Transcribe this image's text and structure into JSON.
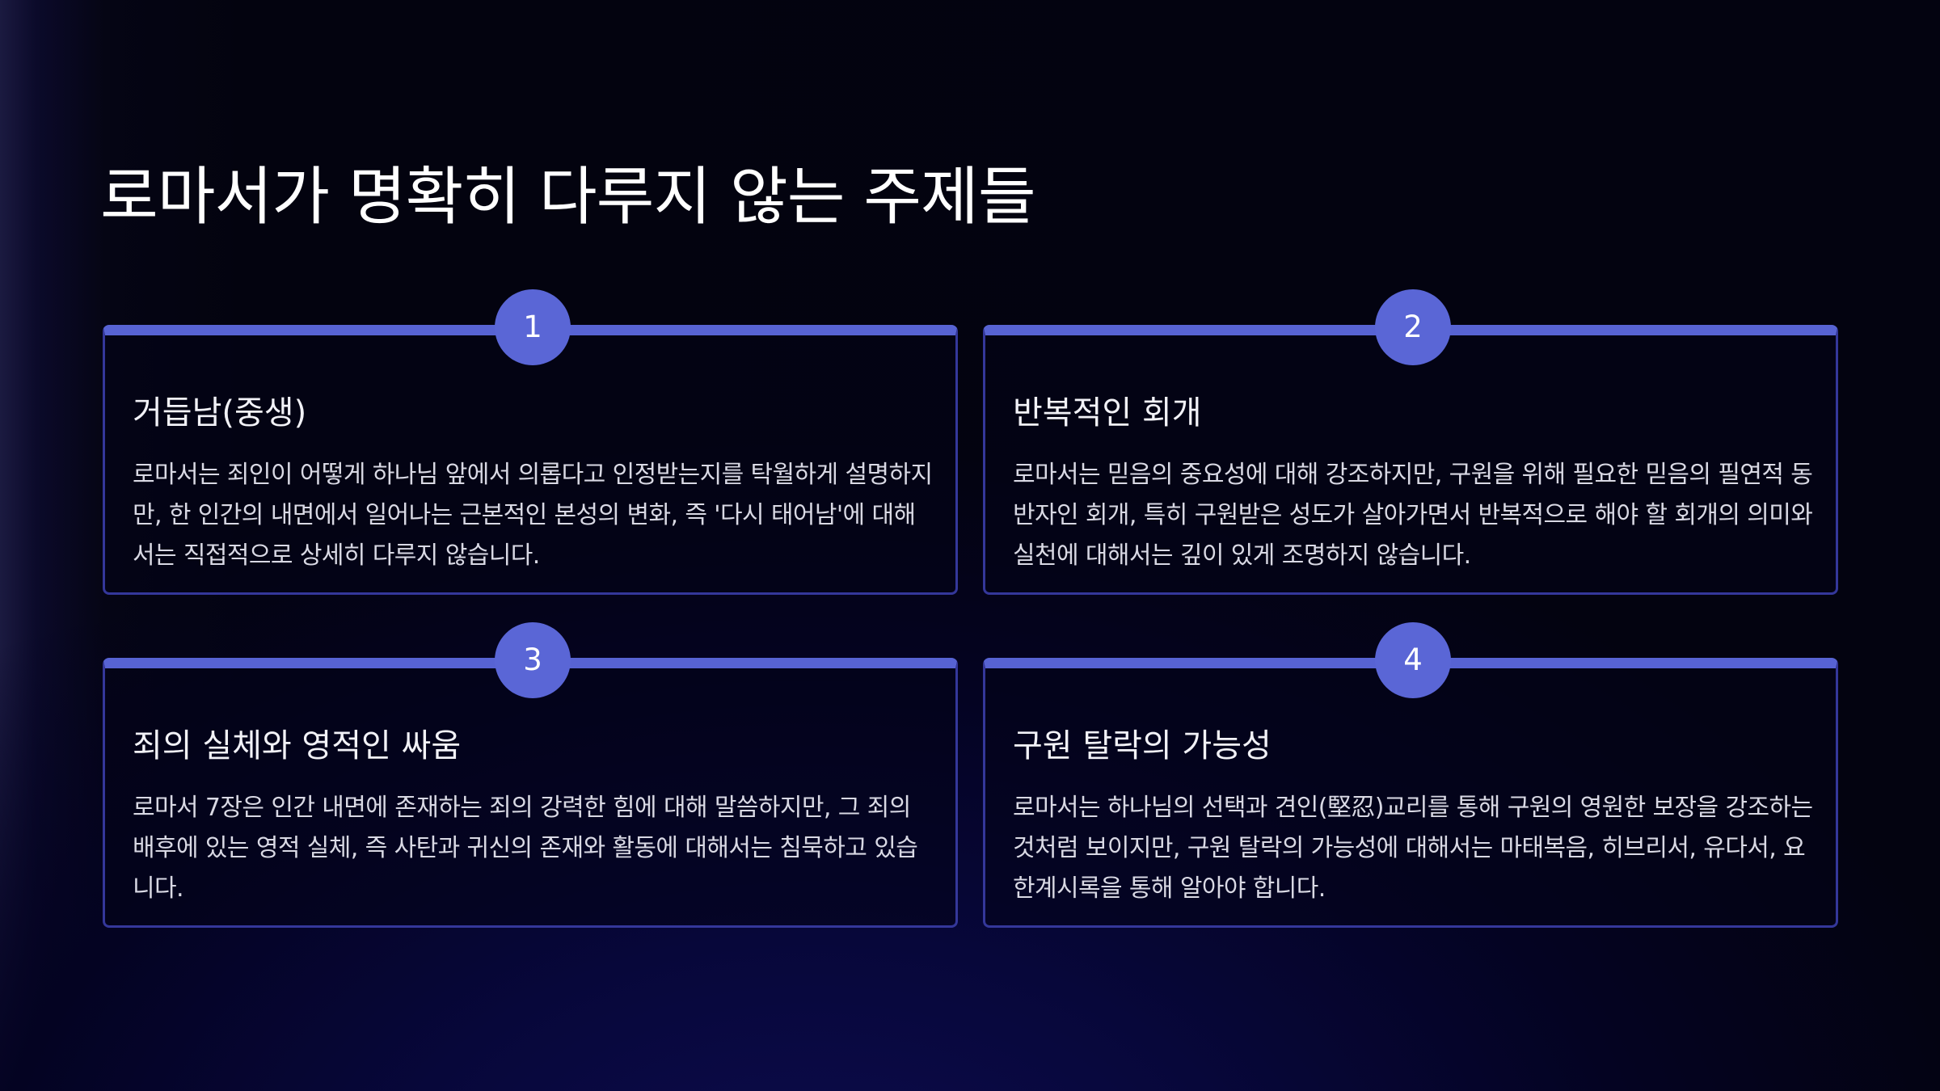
{
  "slide": {
    "title": "로마서가 명확히 다루지 않는 주제들"
  },
  "cards": [
    {
      "number": "1",
      "title": "거듭남(중생)",
      "body": "로마서는 죄인이 어떻게 하나님 앞에서 의롭다고 인정받는지를 탁월하게 설명하지만, 한 인간의 내면에서 일어나는 근본적인 본성의 변화, 즉 '다시 태어남'에 대해서는 직접적으로 상세히 다루지 않습니다."
    },
    {
      "number": "2",
      "title": "반복적인 회개",
      "body": "로마서는 믿음의 중요성에 대해 강조하지만, 구원을 위해 필요한 믿음의 필연적 동반자인 회개, 특히 구원받은 성도가 살아가면서 반복적으로 해야 할 회개의 의미와 실천에 대해서는 깊이 있게 조명하지 않습니다."
    },
    {
      "number": "3",
      "title": "죄의 실체와 영적인 싸움",
      "body": "로마서 7장은 인간 내면에 존재하는 죄의 강력한 힘에 대해 말씀하지만, 그 죄의 배후에 있는 영적 실체, 즉 사탄과 귀신의 존재와 활동에 대해서는 침묵하고 있습니다."
    },
    {
      "number": "4",
      "title": "구원 탈락의 가능성",
      "body": "로마서는 하나님의 선택과 견인(堅忍)교리를 통해 구원의 영원한 보장을 강조하는 것처럼 보이지만, 구원 탈락의 가능성에 대해서는 마태복음, 히브리서, 유다서, 요한계시록을 통해 알아야 합니다."
    }
  ],
  "colors": {
    "accent": "#5a66d6",
    "card_border": "#34379a",
    "background": "#030310"
  }
}
